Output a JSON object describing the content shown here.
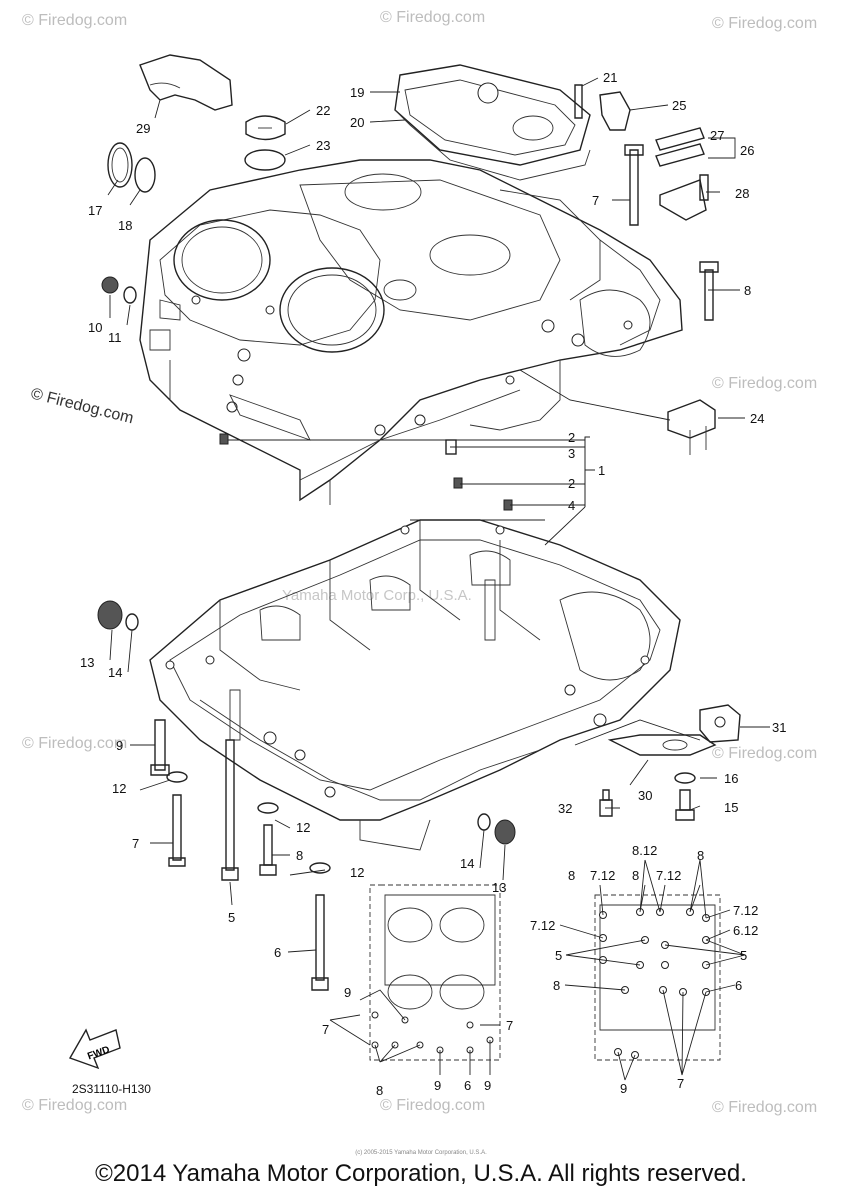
{
  "watermark": {
    "text": "© Firedog.com",
    "center_text": "Yamaha Motor Corp., U.S.A."
  },
  "diagram_code": "2S31110-H130",
  "fwd_label": "FWD",
  "copyright": "©2014 Yamaha Motor Corporation, U.S.A. All rights reserved.",
  "tiny_note": "(c) 2005-2015 Yamaha Motor Corporation, U.S.A.",
  "callouts": {
    "c1": "1",
    "c2a": "2",
    "c2b": "2",
    "c3": "3",
    "c4": "4",
    "c5": "5",
    "c6": "6",
    "c7a": "7",
    "c7b": "7",
    "c8a": "8",
    "c8b": "8",
    "c9": "9",
    "c10": "10",
    "c11": "11",
    "c12a": "12",
    "c12b": "12",
    "c12c": "12",
    "c13a": "13",
    "c13b": "13",
    "c14a": "14",
    "c14b": "14",
    "c15": "15",
    "c16": "16",
    "c17": "17",
    "c18": "18",
    "c19": "19",
    "c20": "20",
    "c21": "21",
    "c22": "22",
    "c23": "23",
    "c24": "24",
    "c25": "25",
    "c26": "26",
    "c27": "27",
    "c28": "28",
    "c29": "29",
    "c30": "30",
    "c31": "31",
    "c32": "32"
  },
  "bolt_pattern_lower": {
    "c9": "9",
    "c7a": "7",
    "c7b": "7",
    "c8": "8",
    "c9b": "9",
    "c6": "6",
    "c9c": "9"
  },
  "bolt_pattern_right": {
    "c8_12": "8.12",
    "c8a": "8",
    "c7_12a": "7.12",
    "c8b": "8",
    "c7_12b": "7.12",
    "c8c": "8",
    "c7_12c": "7.12",
    "c7_12d": "7.12",
    "c6_12": "6.12",
    "c5a": "5",
    "c5b": "5",
    "c8d": "8",
    "c6": "6",
    "c9": "9",
    "c7": "7"
  }
}
